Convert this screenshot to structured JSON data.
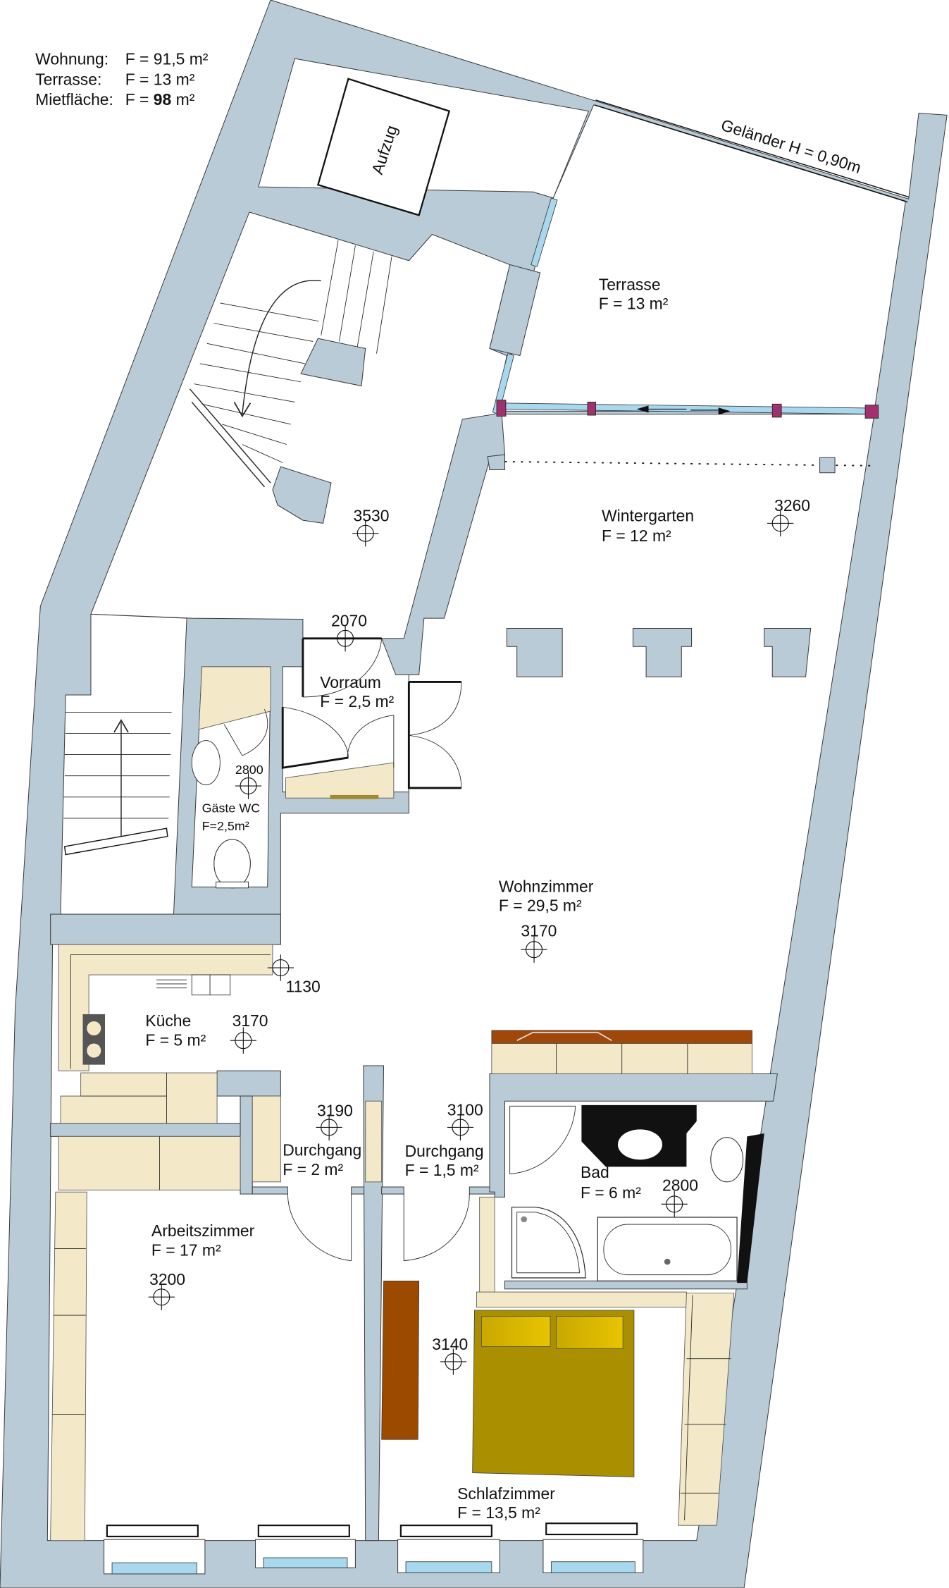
{
  "summary": {
    "wohnung_label": "Wohnung:",
    "wohnung_value": "F = 91,5 m²",
    "terrasse_label": "Terrasse:",
    "terrasse_value": "F = 13 m²",
    "mietflaeche_label": "Mietfläche:",
    "mietflaeche_prefix": "F = ",
    "mietflaeche_value": "98",
    "mietflaeche_unit": " m²"
  },
  "labels": {
    "aufzug": "Aufzug",
    "gelaender": "Geländer H = 0,90m"
  },
  "rooms": {
    "terrasse": {
      "name": "Terrasse",
      "area": "F = 13 m²"
    },
    "wintergarten": {
      "name": "Wintergarten",
      "area": "F = 12 m²"
    },
    "vorraum": {
      "name": "Vorraum",
      "area": "F = 2,5 m²"
    },
    "gaeste_wc": {
      "name": "Gäste WC",
      "area": "F=2,5m²"
    },
    "wohnzimmer": {
      "name": "Wohnzimmer",
      "area": "F = 29,5 m²"
    },
    "kueche": {
      "name": "Küche",
      "area": "F = 5 m²"
    },
    "durchgang1": {
      "name": "Durchgang",
      "area": "F = 2 m²"
    },
    "durchgang2": {
      "name": "Durchgang",
      "area": "F = 1,5 m²"
    },
    "bad": {
      "name": "Bad",
      "area": "F = 6 m²"
    },
    "arbeitszimmer": {
      "name": "Arbeitszimmer",
      "area": "F = 17 m²"
    },
    "schlafzimmer": {
      "name": "Schlafzimmer",
      "area": "F = 13,5 m²"
    }
  },
  "heights": {
    "flur": "3530",
    "vorraum": "2070",
    "gaeste_wc": "2800",
    "wintergarten": "3260",
    "wohnzimmer": "3170",
    "kueche_nische": "1130",
    "kueche": "3170",
    "durchgang1": "3190",
    "durchgang2": "3100",
    "bad": "2800",
    "arbeitszimmer": "3200",
    "schlafzimmer": "3140"
  },
  "colors": {
    "wall": "#b9cbd6",
    "furniture": "#f3e8c8",
    "bed": "#aa9000",
    "wardrobe": "#9b4a00",
    "glass": "#a8d8ee",
    "post": "#a0306e"
  }
}
